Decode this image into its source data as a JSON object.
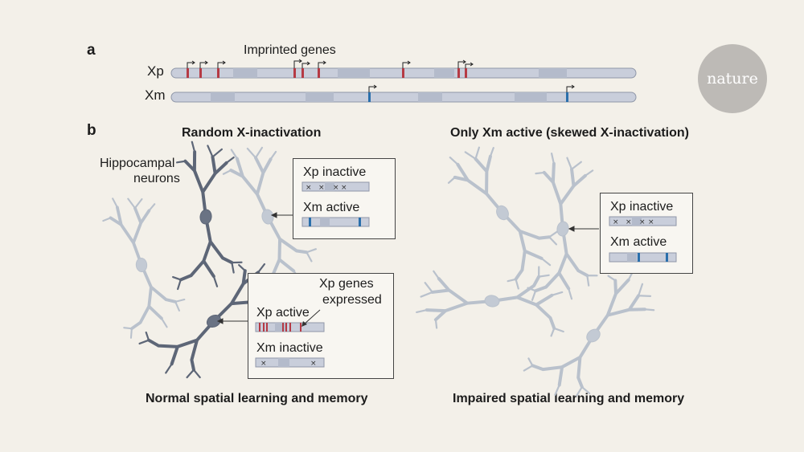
{
  "panel_a": {
    "letter": "a",
    "title": "Imprinted genes",
    "xp_label": "Xp",
    "xm_label": "Xm"
  },
  "panel_b": {
    "letter": "b",
    "left_title": "Random X-inactivation",
    "right_title": "Only Xm active (skewed X-inactivation)",
    "neurons_label_1": "Hippocampal",
    "neurons_label_2": "neurons",
    "inset1": {
      "top": "Xp inactive",
      "bottom": "Xm active"
    },
    "inset2": {
      "top": "Xp active",
      "bottom": "Xm inactive",
      "note_1": "Xp genes",
      "note_2": "expressed"
    },
    "inset3": {
      "top": "Xp inactive",
      "bottom": "Xm active"
    },
    "left_caption": "Normal spatial learning and memory",
    "right_caption": "Impaired spatial learning and memory"
  },
  "logo": {
    "text": "nature"
  },
  "colors": {
    "background": "#f3f0e9",
    "chromosome": "#c9cedb",
    "chromosome_band": "#b4bbcb",
    "paternal_gene": "#b53a44",
    "maternal_gene": "#2a6fab",
    "neuron_light": "#b9c1cc",
    "neuron_dark": "#5d6677"
  }
}
